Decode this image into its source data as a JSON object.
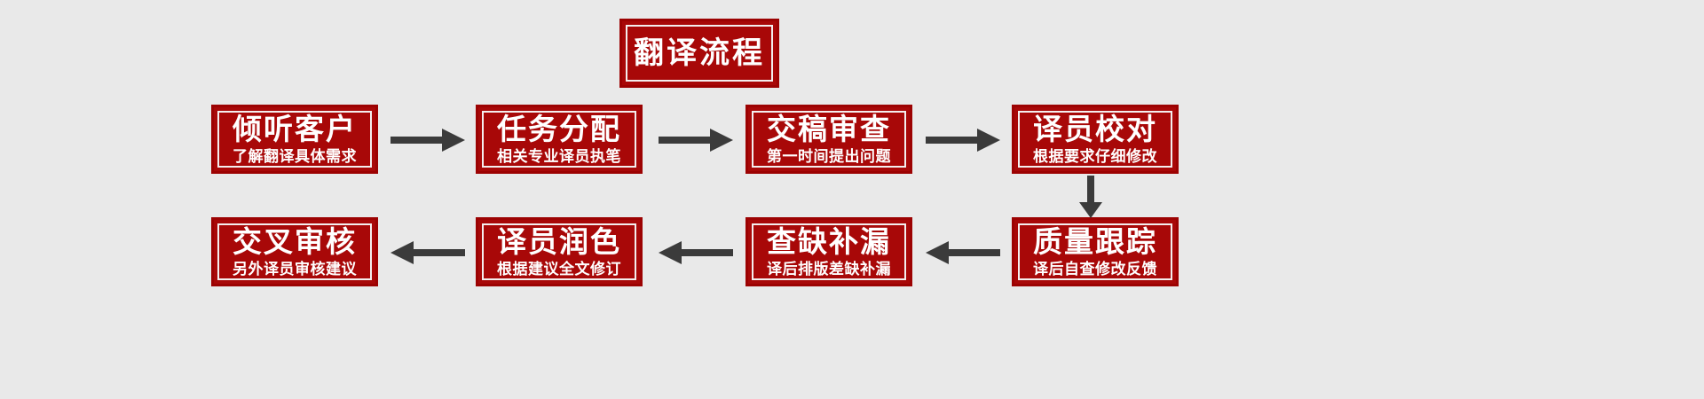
{
  "diagram": {
    "title": {
      "label": "翻译流程"
    },
    "background_color": "#e9e9e9",
    "node_fill_color": "#a80808",
    "node_border_color": "#9c0202",
    "node_text_color": "#ffffff",
    "arrow_color": "#3b3b3b",
    "rows": [
      {
        "direction": "right",
        "steps": [
          {
            "headline": "倾听客户",
            "subline": "了解翻译具体需求"
          },
          {
            "headline": "任务分配",
            "subline": "相关专业译员执笔"
          },
          {
            "headline": "交稿审查",
            "subline": "第一时间提出问题"
          },
          {
            "headline": "译员校对",
            "subline": "根据要求仔细修改"
          }
        ]
      },
      {
        "direction": "left",
        "steps": [
          {
            "headline": "交叉审核",
            "subline": "另外译员审核建议"
          },
          {
            "headline": "译员润色",
            "subline": "根据建议全文修订"
          },
          {
            "headline": "查缺补漏",
            "subline": "译后排版差缺补漏"
          },
          {
            "headline": "质量跟踪",
            "subline": "译后自查修改反馈"
          }
        ]
      }
    ],
    "connectors": [
      {
        "name": "arrow-right-1",
        "direction": "right"
      },
      {
        "name": "arrow-right-2",
        "direction": "right"
      },
      {
        "name": "arrow-right-3",
        "direction": "right"
      },
      {
        "name": "arrow-down-1",
        "direction": "down"
      },
      {
        "name": "arrow-left-1",
        "direction": "left"
      },
      {
        "name": "arrow-left-2",
        "direction": "left"
      },
      {
        "name": "arrow-left-3",
        "direction": "left"
      }
    ]
  }
}
